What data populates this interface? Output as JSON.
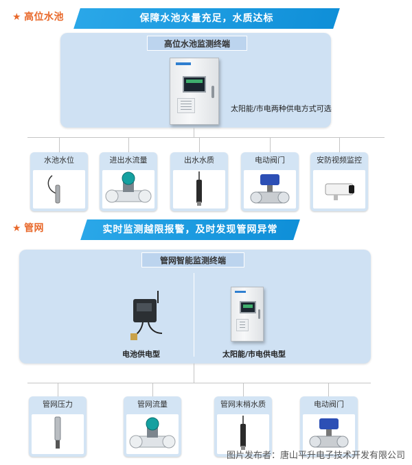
{
  "section1": {
    "title": "高位水池",
    "banner": "保障水池水量充足，水质达标",
    "panel_label": "高位水池监测终端",
    "power_caption": "太阳能/市电两种供电方式可选",
    "devices": [
      {
        "label": "水池水位",
        "icon": "level-sensor-icon"
      },
      {
        "label": "进出水流量",
        "icon": "flow-meter-icon"
      },
      {
        "label": "出水水质",
        "icon": "water-quality-probe-icon"
      },
      {
        "label": "电动阀门",
        "icon": "electric-valve-icon"
      },
      {
        "label": "安防视频监控",
        "icon": "security-camera-icon"
      }
    ]
  },
  "section2": {
    "title": "管网",
    "banner": "实时监测越限报警，及时发现管网异常",
    "panel_label": "管网智能监测终端",
    "battery_caption": "电池供电型",
    "solar_caption": "太阳能/市电供电型",
    "devices": [
      {
        "label": "管网压力",
        "icon": "pressure-transmitter-icon"
      },
      {
        "label": "管网流量",
        "icon": "flow-meter-icon"
      },
      {
        "label": "管网末梢水质",
        "icon": "water-quality-probe-icon"
      },
      {
        "label": "电动阀门",
        "icon": "electric-valve-icon"
      }
    ]
  },
  "watermark": "图片发布者：唐山平升电子技术开发有限公司",
  "colors": {
    "accent": "#e8682a",
    "banner": "#1a9ae0",
    "panel": "#cfe1f3"
  }
}
